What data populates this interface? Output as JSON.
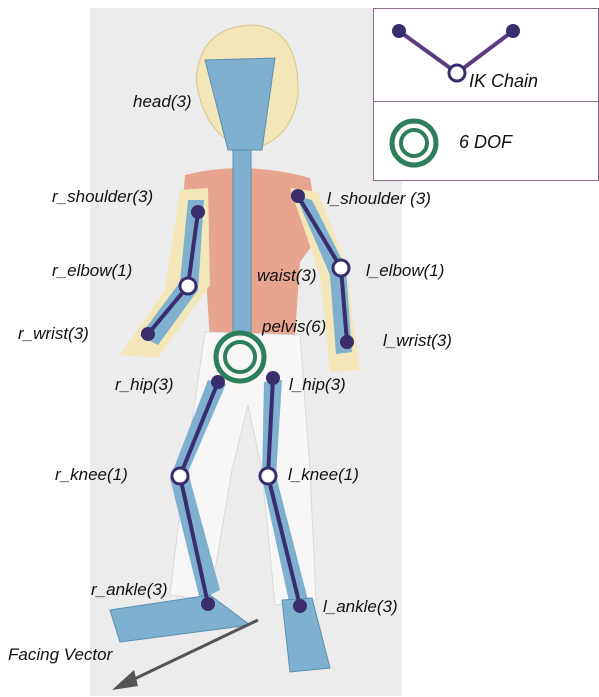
{
  "legend": {
    "ik_chain_label": "IK Chain",
    "dof_label": "6 DOF"
  },
  "joints": {
    "head": "head(3)",
    "r_shoulder": "r_shoulder(3)",
    "l_shoulder": "l_shoulder (3)",
    "r_elbow": "r_elbow(1)",
    "waist": "waist(3)",
    "l_elbow": "l_elbow(1)",
    "r_wrist": "r_wrist(3)",
    "pelvis": "pelvis(6)",
    "l_wrist": "l_wrist(3)",
    "r_hip": "r_hip(3)",
    "l_hip": "l_hip(3)",
    "r_knee": "r_knee(1)",
    "l_knee": "l_knee(1)",
    "r_ankle": "r_ankle(3)",
    "l_ankle": "l_ankle(3)"
  },
  "facing_vector_label": "Facing Vector",
  "colors": {
    "bone": "#3a2d6b",
    "chain_line": "#5a3d80",
    "dof_ring": "#2e7d5b",
    "body_blue": "#7fb0cf",
    "torso": "#e7a58f",
    "pants": "#f7f7f7",
    "skin": "#f3e6b8"
  }
}
